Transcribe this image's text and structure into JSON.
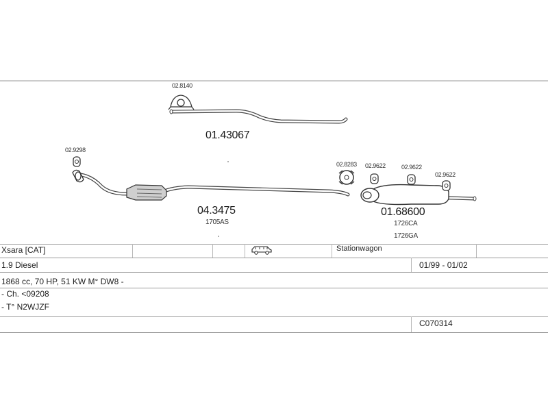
{
  "diagram": {
    "parts": {
      "front_pipe": {
        "number": "04.3475",
        "ref": "1705AS"
      },
      "middle_pipe": {
        "number": "01.43067"
      },
      "rear_silencer": {
        "number": "01.68600",
        "ref1": "1726CA",
        "ref2": "1726GA"
      }
    },
    "clamps": {
      "c1": "02.8140",
      "c2": "02.9298",
      "c3": "02.8283",
      "c4": "02.9622",
      "c5": "02.9622",
      "c6": "02.9622"
    }
  },
  "vehicle": {
    "model": "Xsara [CAT]",
    "body_icon": "station-wagon-car-icon",
    "body_type": "Stationwagon",
    "engine": "1.9 Diesel",
    "years": "01/99 - 01/02",
    "details": "1868 cc, 70 HP, 51 KW M° DW8 -",
    "chassis": "- Ch. <09208",
    "type_code": "- T° N2WJZF",
    "code": "C070314"
  }
}
